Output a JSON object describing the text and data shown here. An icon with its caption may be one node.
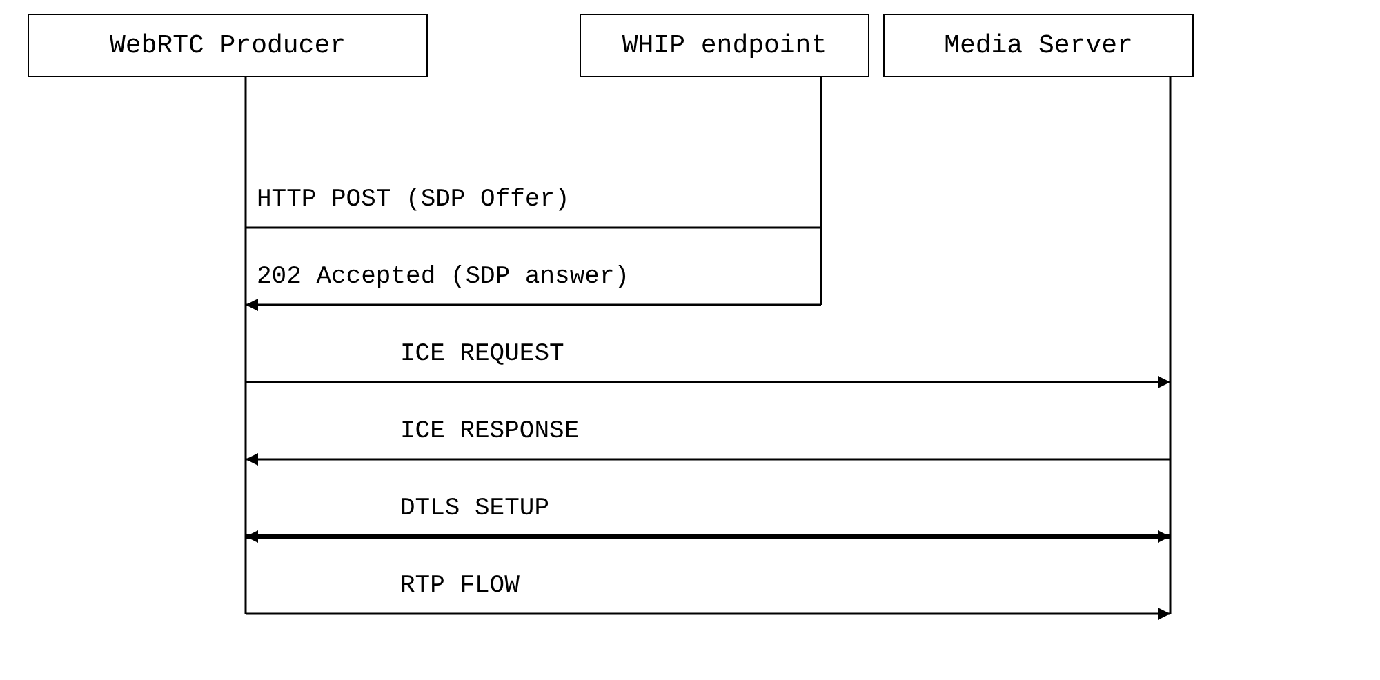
{
  "diagram": {
    "nodes": [
      {
        "text": [
          "WebRTC Producer"
        ]
      },
      {
        "text": [
          "WHIP endpoint"
        ]
      },
      {
        "text": [
          "Media Server"
        ]
      }
    ],
    "edges": [
      {
        "from": 0,
        "to": 1,
        "arrow": "none",
        "label": "HTTP POST (SDP Offer)"
      },
      {
        "from": 1,
        "to": 0,
        "arrow": "to",
        "label": "202 Accepted (SDP answer)"
      },
      {
        "from": 0,
        "to": 2,
        "arrow": "to",
        "label": "ICE REQUEST"
      },
      {
        "from": 2,
        "to": 0,
        "arrow": "to",
        "label": "ICE RESPONSE"
      },
      {
        "from": 0,
        "to": 2,
        "arrow": "both",
        "label": "DTLS SETUP",
        "style": "thick"
      },
      {
        "from": 0,
        "to": 2,
        "arrow": "to",
        "label": "RTP FLOW"
      }
    ]
  }
}
